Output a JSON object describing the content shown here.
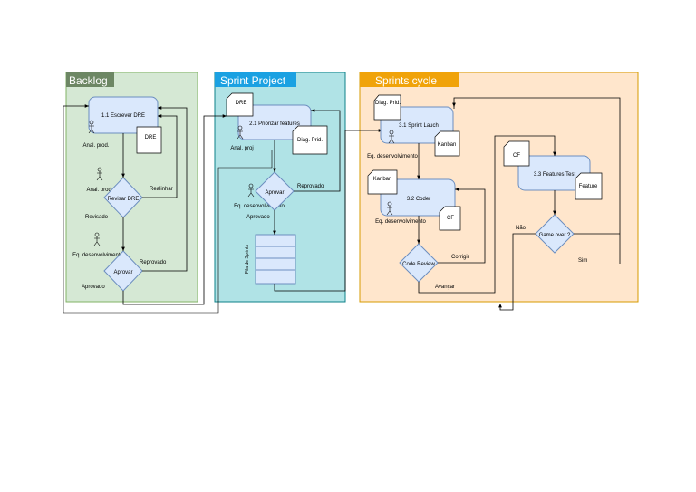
{
  "lanes": {
    "backlog": {
      "title": "Backlog",
      "fill": "#d5e8d4",
      "header": "#82b366"
    },
    "sprint_project": {
      "title": "Sprint Project",
      "fill": "#b0e3e6",
      "header": "#1ba1e2"
    },
    "sprints_cycle": {
      "title": "Sprints cycle",
      "fill": "#ffe6cc",
      "header": "#f0a30a"
    }
  },
  "colors": {
    "process_fill": "#dae8fc",
    "process_stroke": "#6c8ebf",
    "line": "#000000"
  },
  "backlog": {
    "process": "1.1 Escrever DRE",
    "doc": "DRE",
    "actor1": "Anal. prod.",
    "actor2": "Anal. prod.",
    "actor3": "Eq. desenvolvimento",
    "decision1": "Revisar DRE",
    "decision2": "Aprovar",
    "edge_realinhar": "Realinhar",
    "edge_revisado": "Revisado",
    "edge_reprovado": "Reprovado",
    "edge_aprovado": "Aprovado"
  },
  "sprint_project": {
    "process": "2.1 Priorizar features",
    "doc_in": "DRE",
    "doc_out": "Diag. Prid.",
    "actor1": "Anal. proj",
    "actor2": "Eq. desenvolvimento",
    "decision": "Aprovar",
    "edge_reprovado": "Reprovado",
    "edge_aprovado": "Aprovado",
    "queue_label": "Fila de Sprints"
  },
  "sprints_cycle": {
    "process1": "3.1 Sprint Lauch",
    "doc1": "Diag. Prid.",
    "doc2": "Kanban",
    "actor1": "Eq. desenvolvimento",
    "process2": "3.2 Coder",
    "doc3": "Kanban",
    "doc4": "CF",
    "actor2": "Eq. desenvolvimento",
    "decision1": "Code Review",
    "edge_corrigir": "Corrigir",
    "edge_avancar": "Avançar",
    "process3": "3.3 Features Test",
    "doc5": "CF",
    "doc6": "Feature",
    "decision2": "Game over ?",
    "edge_nao": "Não",
    "edge_sim": "Sim"
  }
}
